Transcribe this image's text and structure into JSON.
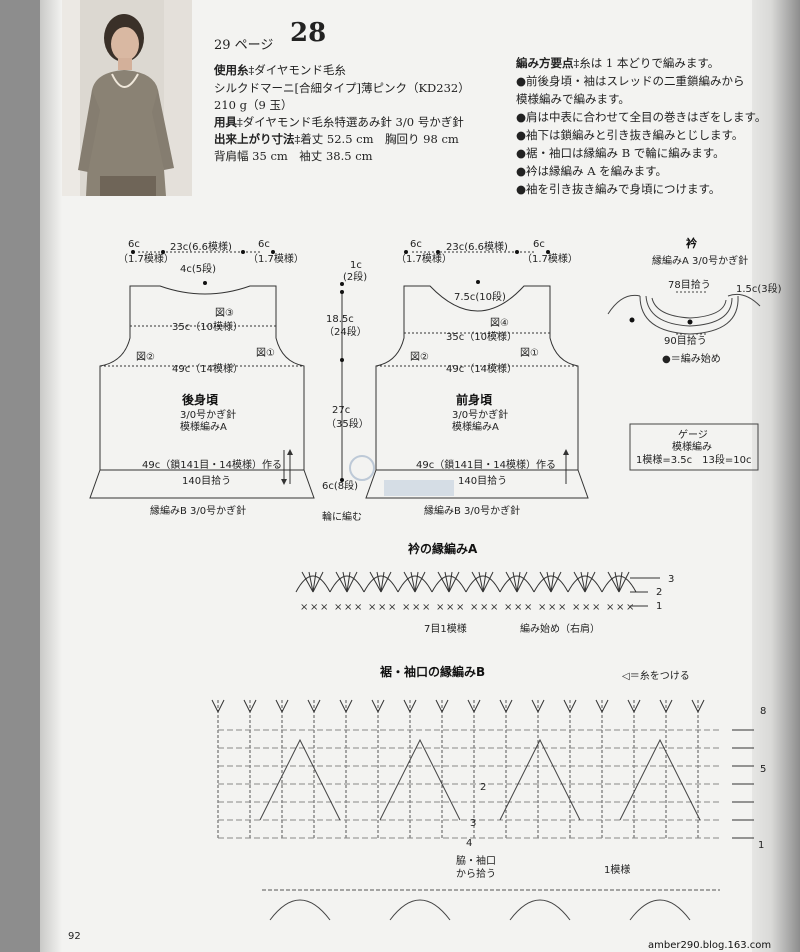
{
  "header": {
    "page_ref": "29 ページ",
    "pattern_no": "28"
  },
  "materials": {
    "yarn_label": "使用糸",
    "yarn_value": "‡ダイヤモンド毛糸",
    "yarn_line2": "シルクドマーニ[合細タイプ]薄ピンク（KD232）",
    "yarn_line3": "210 g（9 玉）",
    "tools_label": "用具",
    "tools_value": "‡ダイヤモンド毛糸特選あみ針 3/0 号かぎ針",
    "size_label": "出来上がり寸法",
    "size_value": "‡着丈 52.5 cm　胸回り 98 cm",
    "size_line2": "背肩幅 35 cm　袖丈 38.5 cm"
  },
  "points": {
    "label": "編み方要点",
    "intro": "‡糸は 1 本どりで編みます。",
    "items": [
      "●前後身頃・袖はスレッドの二重鎖編みから",
      "模様編みで編みます。",
      "●肩は中表に合わせて全目の巻きはぎをします。",
      "●袖下は鎖編みと引き抜き編みとじします。",
      "●裾・袖口は縁編み B で輪に編みます。",
      "●衿は縁編み A を編みます。",
      "●袖を引き抜き編みで身頃につけます。"
    ]
  },
  "back": {
    "title": "後身頃",
    "needle": "3/0号かぎ針",
    "stitch": "模様編みA",
    "top_left": "6c",
    "top_left2": "（1.7模様）",
    "top_mid": "23c(6.6模様)",
    "top_right": "6c",
    "top_right2": "（1.7模様）",
    "neck": "4c(5段)",
    "fig3": "図③",
    "shoulder": "35c（10模様）",
    "fig2": "図②",
    "fig1": "図①",
    "bust": "49c（14模様）",
    "base": "49c（鎖141目・14模様）作る",
    "pickup": "140目拾う",
    "border": "縁編みB 3/0号かぎ針"
  },
  "front": {
    "title": "前身頃",
    "needle": "3/0号かぎ針",
    "stitch": "模様編みA",
    "top_left": "6c",
    "top_left2": "（1.7模様）",
    "top_mid": "23c(6.6模様)",
    "top_right": "6c",
    "top_right2": "（1.7模様）",
    "neck": "7.5c(10段)",
    "fig4": "図④",
    "shoulder": "35c（10模様）",
    "fig2": "図②",
    "fig1": "図①",
    "bust": "49c（14模様）",
    "base": "49c（鎖141目・14模様）作る",
    "pickup": "140目拾う",
    "border": "縁編みB 3/0号かぎ針"
  },
  "vertical": {
    "d1": "1c",
    "d1b": "(2段)",
    "d2": "18.5c",
    "d2b": "（24段）",
    "d3": "27c",
    "d3b": "（35段）",
    "d4": "6c(8段)",
    "round": "輪に編む"
  },
  "collar": {
    "title": "衿",
    "sub": "縁編みA 3/0号かぎ針",
    "pick78": "78目拾う",
    "side": "1.5c(3段)",
    "pick90": "90目拾う",
    "start": "●＝編み始め"
  },
  "gauge": {
    "title": "ゲージ",
    "stitch": "模様編み",
    "value": "1模様=3.5c　13段=10c"
  },
  "chartA": {
    "title": "衿の縁編みA",
    "rows": [
      "3",
      "2",
      "1"
    ],
    "repeat": "7目1模様",
    "start": "編み始め（右肩）"
  },
  "chartB": {
    "title": "裾・袖口の縁編みB",
    "legend": "◁＝糸をつける",
    "row_labels": [
      "8",
      "5",
      "3",
      "2",
      "4"
    ],
    "row1": "1",
    "pickup1": "脇・袖口",
    "pickup2": "から拾う",
    "repeat": "1模様"
  },
  "footer": {
    "page_no": "92",
    "watermark": "amber290.blog.163.com"
  }
}
